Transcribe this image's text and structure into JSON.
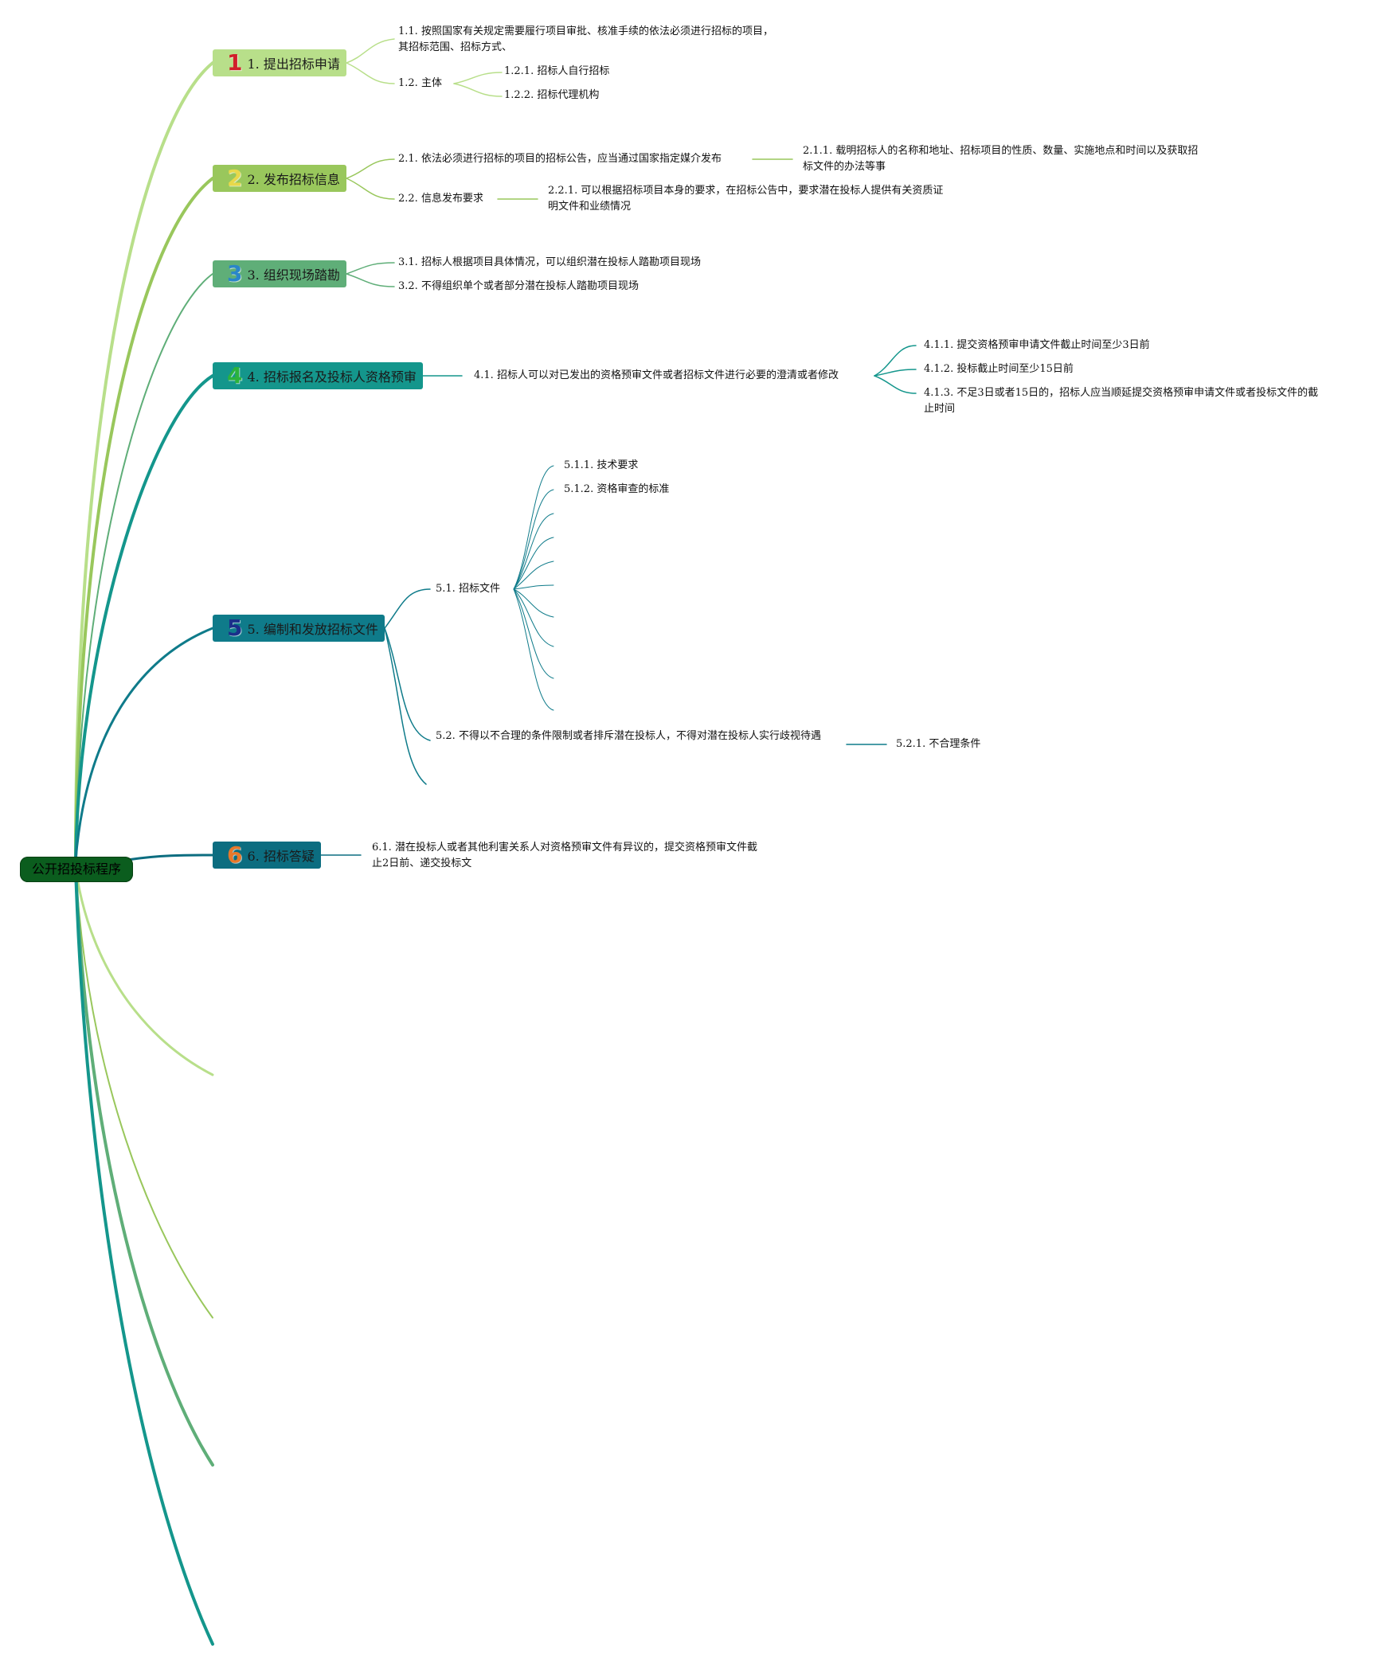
{
  "root": {
    "label": "公开招投标程序"
  },
  "branches": [
    {
      "num": "1",
      "num_color": "#d11f2a",
      "label": "1. 提出招标申请"
    },
    {
      "num": "2",
      "num_color": "#e8d84a",
      "label": "2. 发布招标信息"
    },
    {
      "num": "3",
      "num_color": "#2a86c9",
      "label": "3. 组织现场踏勘"
    },
    {
      "num": "4",
      "num_color": "#2bb33c",
      "label": "4. 招标报名及投标人资格预审"
    },
    {
      "num": "5",
      "num_color": "#1b2f8a",
      "label": "5. 编制和发放招标文件"
    },
    {
      "num": "6",
      "num_color": "#e8782a",
      "label": "6. 招标答疑"
    }
  ],
  "nodes": {
    "n1_1": "1.1. 按照国家有关规定需要履行项目审批、核准手续的依法必须进行招标的项目，其招标范围、招标方式、",
    "n1_2": "1.2. 主体",
    "n1_2_1": "1.2.1. 招标人自行招标",
    "n1_2_2": "1.2.2. 招标代理机构",
    "n2_1": "2.1. 依法必须进行招标的项目的招标公告，应当通过国家指定媒介发布",
    "n2_1_1": "2.1.1. 载明招标人的名称和地址、招标项目的性质、数量、实施地点和时间以及获取招标文件的办法等事",
    "n2_2": "2.2. 信息发布要求",
    "n2_2_1": "2.2.1. 可以根据招标项目本身的要求，在招标公告中，要求潜在投标人提供有关资质证明文件和业绩情况",
    "n3_1": "3.1. 招标人根据项目具体情况，可以组织潜在投标人踏勘项目现场",
    "n3_2": "3.2. 不得组织单个或者部分潜在投标人踏勘项目现场",
    "n4_1": "4.1. 招标人可以对已发出的资格预审文件或者招标文件进行必要的澄清或者修改",
    "n4_1_1": "4.1.1. 提交资格预审申请文件截止时间至少3日前",
    "n4_1_2": "4.1.2. 投标截止时间至少15日前",
    "n4_1_3": "4.1.3. 不足3日或者15日的，招标人应当顺延提交资格预审申请文件或者投标文件的截止时间",
    "n5_1": "5.1. 招标文件",
    "n5_1_1": "5.1.1. 技术要求",
    "n5_1_2": "5.1.2. 资格审查的标准",
    "n5_2": "5.2. 不得以不合理的条件限制或者排斥潜在投标人，不得对潜在投标人实行歧视待遇",
    "n5_2_1": "5.2.1. 不合理条件",
    "n6_1": "6.1. 潜在投标人或者其他利害关系人对资格预审文件有异议的，提交资格预审文件截止2日前、递交投标文"
  },
  "colors": {
    "light_green": "#b8df8a",
    "green": "#99c75c",
    "mid_green": "#5fae78",
    "teal": "#14968c",
    "dark_teal": "#0f7b8a",
    "root": "#0b5d1e"
  }
}
